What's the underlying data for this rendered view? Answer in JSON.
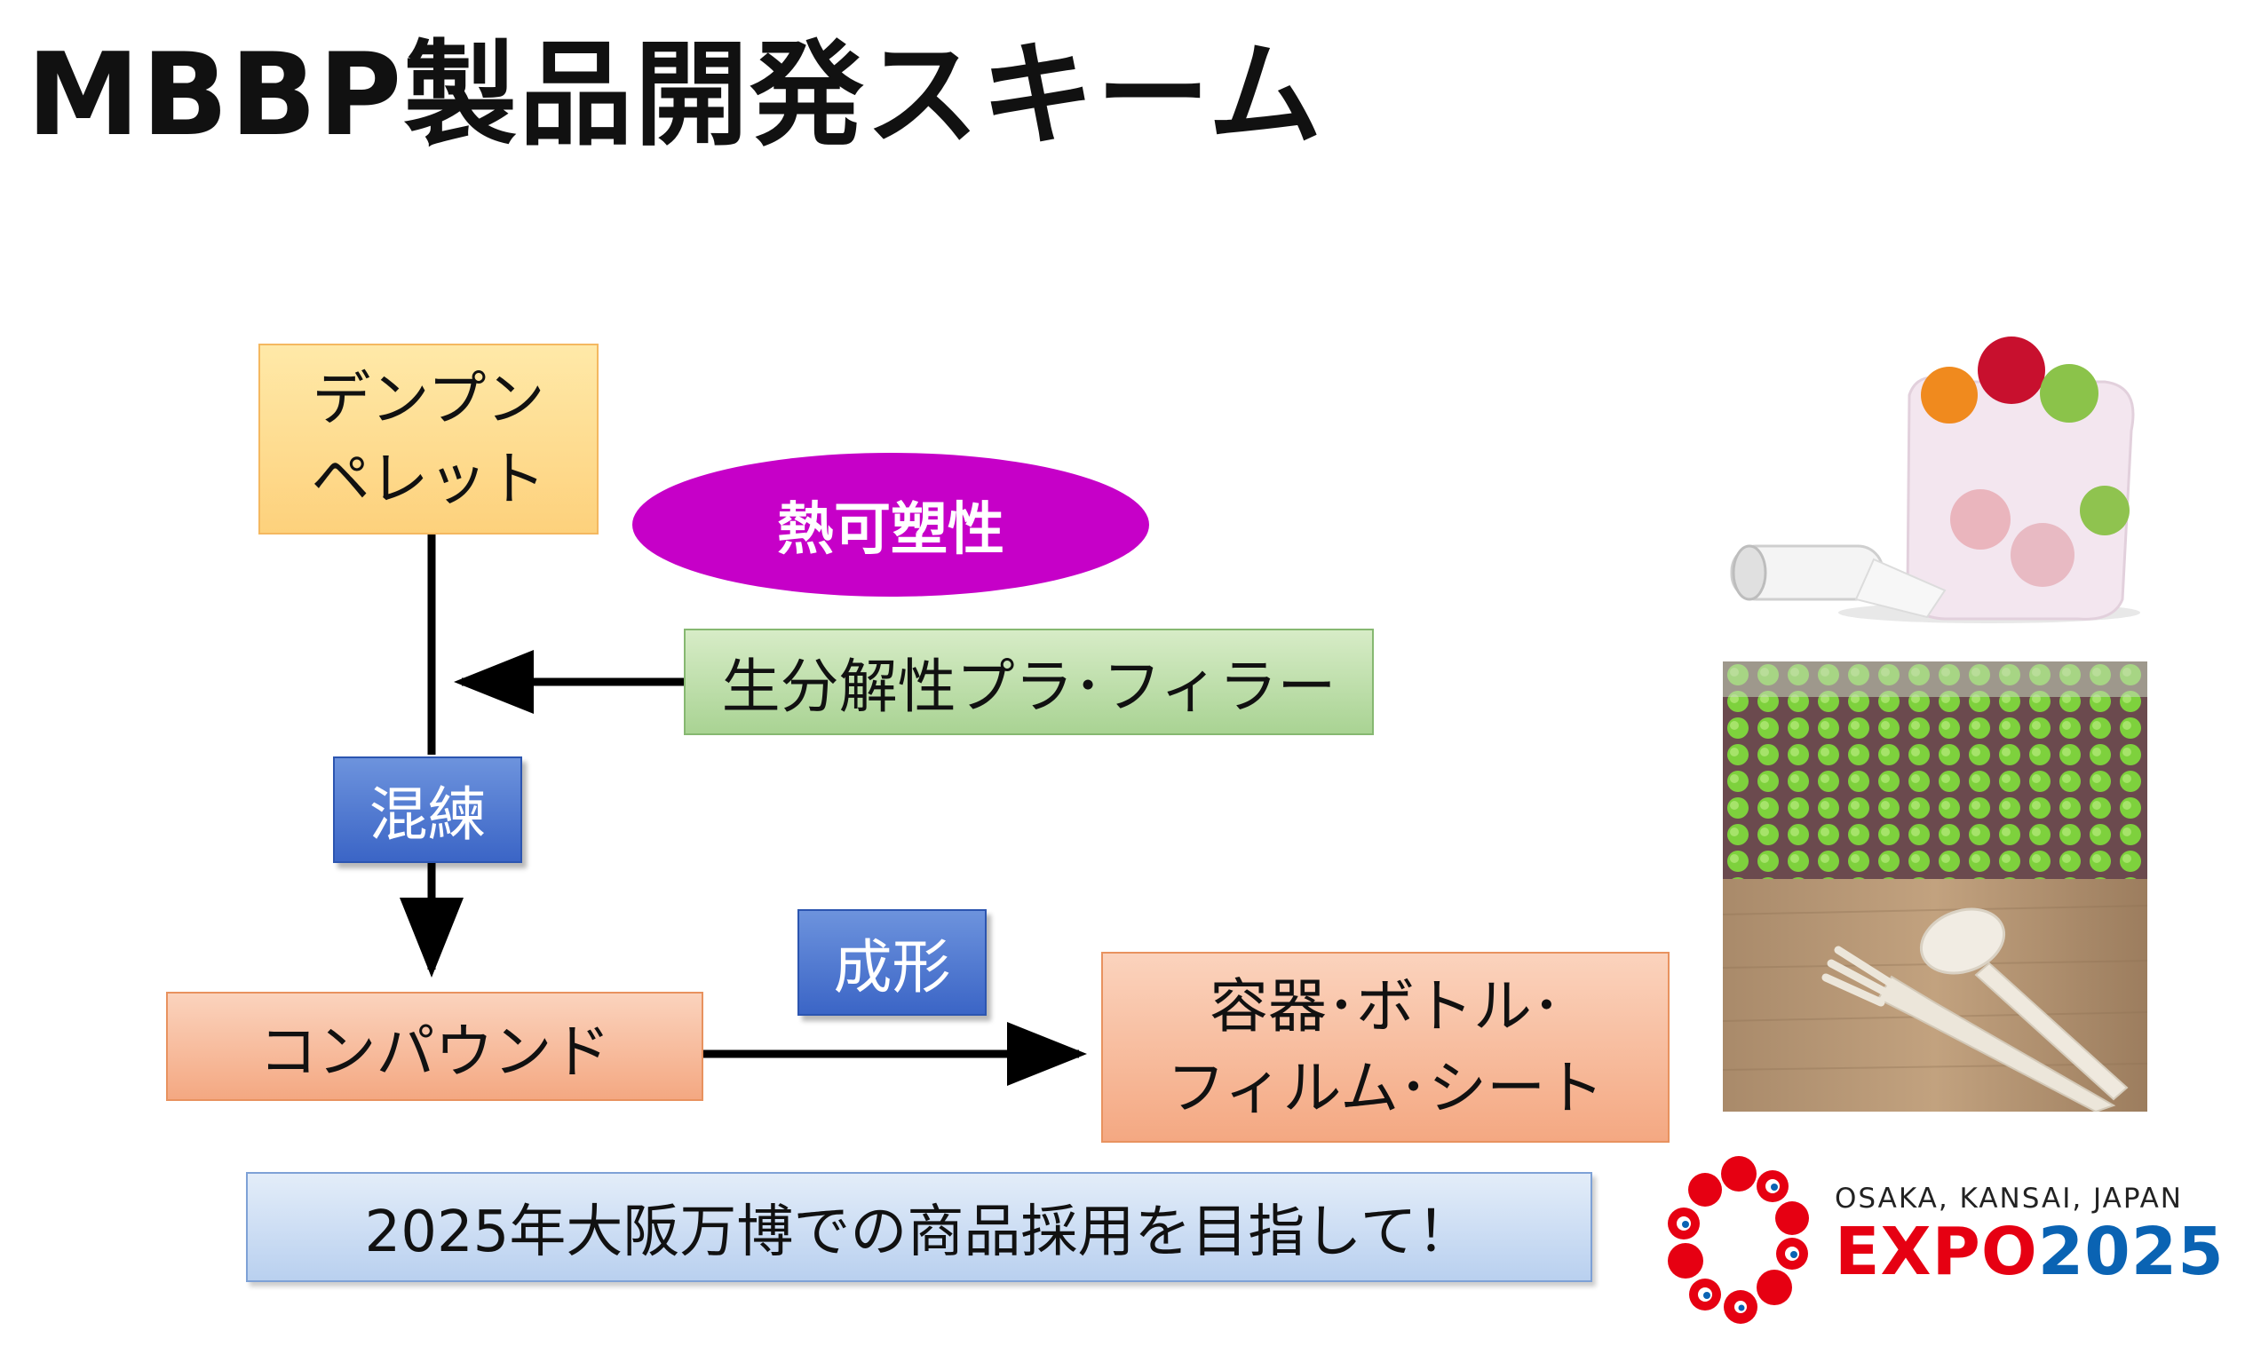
{
  "title": "MBBP製品開発スキーム",
  "nodes": {
    "starch": {
      "line1": "デンプン",
      "line2": "ペレット"
    },
    "thermoplastic": "熱可塑性",
    "filler": "生分解性プラ･フィラー",
    "kneading": "混練",
    "compound": "コンパウンド",
    "molding": "成形",
    "products": {
      "line1": "容器･ボトル･",
      "line2": "フィルム･シート"
    }
  },
  "goal": "2025年大阪万博での商品採用を目指して！",
  "expo": {
    "subtitle": "OSAKA, KANSAI, JAPAN",
    "word": "EXPO",
    "year": "2025",
    "colors": {
      "red": "#e60012",
      "blue": "#0a63b3"
    }
  },
  "photos": [
    "produce-bag-photo",
    "lettuce-field-photo",
    "cutlery-photo"
  ]
}
